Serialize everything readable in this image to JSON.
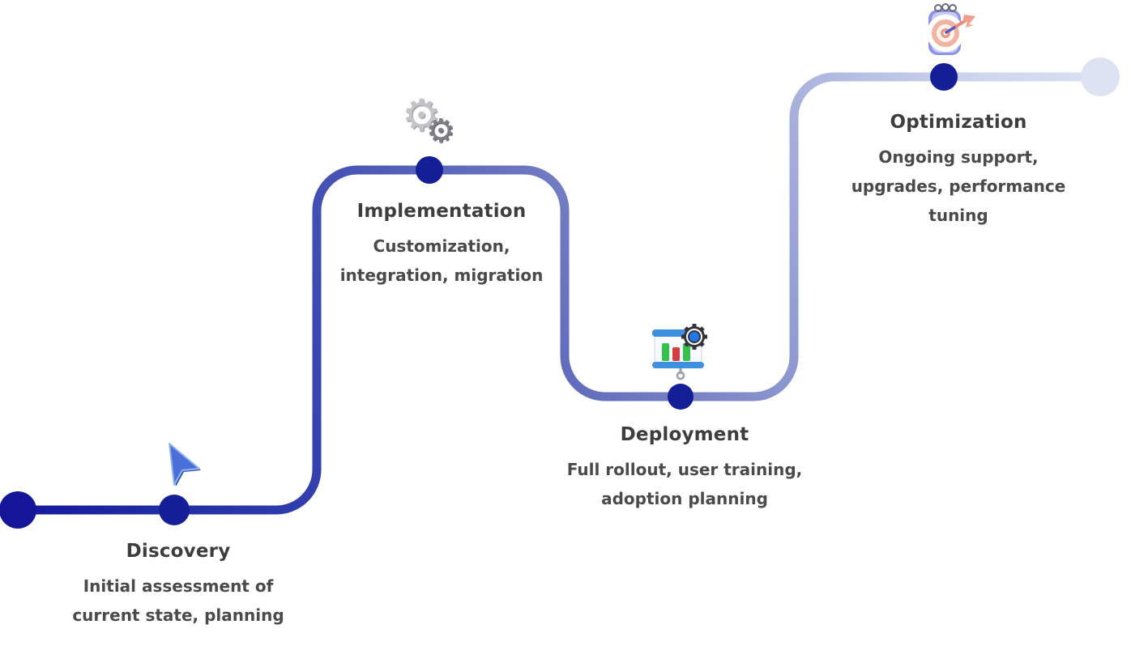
{
  "diagram": {
    "kind": "journey-path-infographic",
    "background": "#ffffff"
  },
  "colors": {
    "path_start": "#12129a",
    "path_stop2": "#2331a8",
    "path_mid1": "#4753b4",
    "path_mid2": "#7680c4",
    "path_mid3": "#aab3dd",
    "path_stop6": "#cfd6ee",
    "path_end": "#e0e5f4",
    "milestone_node": "#141e96",
    "start_node": "#15159a",
    "end_node": "#dde3f2",
    "title_text": "#3d3d3d",
    "body_text": "#4a4a4a",
    "cursor_blue": "#4a6fd8",
    "cursor_edge": "#93b4ec",
    "board_blue": "#3d8fe0",
    "bar_green": "#35c24a",
    "bar_red": "#d63d3d",
    "gear_dark": "#33343a",
    "gear_center_blue": "#1f79e8",
    "notepad_lavender": "#8f93e8",
    "target_ring": "#f0b4a0",
    "dart_pink": "#e8897a"
  },
  "steps": [
    {
      "title": "Discovery",
      "description_lines": [
        "Initial assessment of",
        "current state, planning"
      ],
      "icon": "cursor-arrow-icon"
    },
    {
      "title": "Implementation",
      "description_lines": [
        "Customization,",
        "integration, migration"
      ],
      "icon": "gears-icon"
    },
    {
      "title": "Deployment",
      "description_lines": [
        "Full rollout, user training,",
        "adoption planning"
      ],
      "icon": "presentation-chart-gear-icon"
    },
    {
      "title": "Optimization",
      "description_lines": [
        "Ongoing support,",
        "upgrades, performance",
        "tuning"
      ],
      "icon": "target-dart-icon"
    }
  ]
}
